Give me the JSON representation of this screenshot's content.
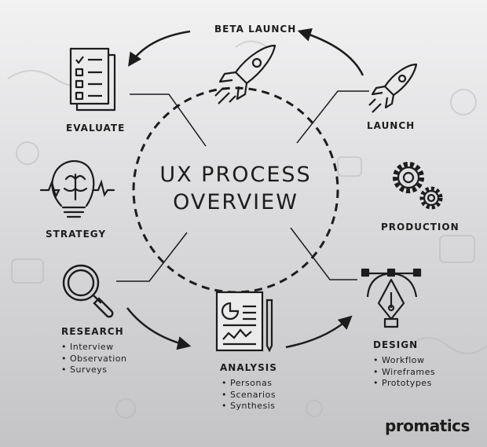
{
  "title": {
    "line1": "UX PROCESS",
    "line2": "OVERVIEW"
  },
  "stages": {
    "beta_launch": "BETA LAUNCH",
    "launch": "LAUNCH",
    "production": "PRODUCTION",
    "design": "DESIGN",
    "analysis": "ANALYSIS",
    "research": "RESEARCH",
    "strategy": "STRATEGY",
    "evaluate": "EVALUATE"
  },
  "research_items": [
    "Interview",
    "Observation",
    "Surveys"
  ],
  "analysis_items": [
    "Personas",
    "Scenarios",
    "Synthesis"
  ],
  "design_items": [
    "Workflow",
    "Wireframes",
    "Prototypes"
  ],
  "brand": "promatics",
  "icons": {
    "beta_launch": "rocket-icon",
    "launch": "rocket-icon",
    "production": "gears-icon",
    "design": "pen-tool-icon",
    "analysis": "report-icon",
    "research": "magnifier-icon",
    "strategy": "brain-bulb-icon",
    "evaluate": "checklist-icon"
  },
  "colors": {
    "ink": "#1c1c1c",
    "background_top": "#f2f2f3",
    "background_bottom": "#c4c4c6"
  }
}
